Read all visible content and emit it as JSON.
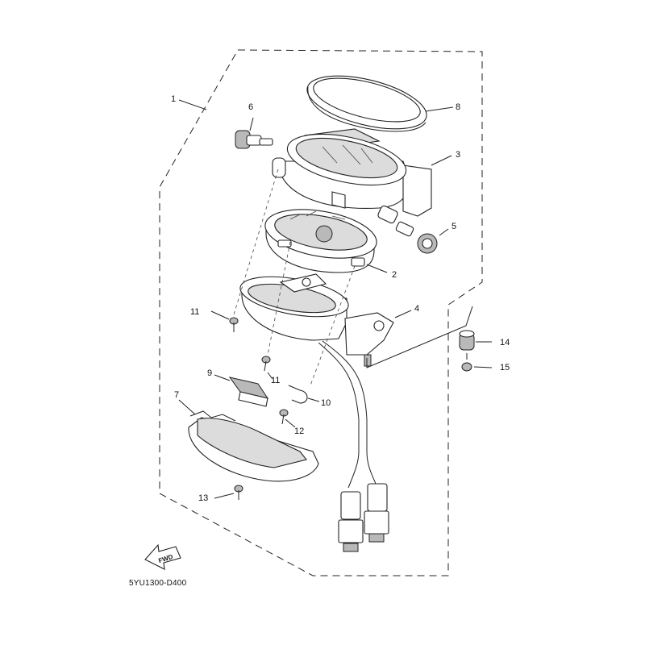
{
  "diagram_code": "5YU1300-D400",
  "fwd_label": "FWD",
  "callouts": [
    {
      "id": "1",
      "text": "1"
    },
    {
      "id": "2",
      "text": "2"
    },
    {
      "id": "3",
      "text": "3"
    },
    {
      "id": "4",
      "text": "4"
    },
    {
      "id": "5",
      "text": "5"
    },
    {
      "id": "6",
      "text": "6"
    },
    {
      "id": "7",
      "text": "7"
    },
    {
      "id": "8",
      "text": "8"
    },
    {
      "id": "9",
      "text": "9"
    },
    {
      "id": "10",
      "text": "10"
    },
    {
      "id": "11a",
      "text": "11"
    },
    {
      "id": "11b",
      "text": "11"
    },
    {
      "id": "12",
      "text": "12"
    },
    {
      "id": "13",
      "text": "13"
    },
    {
      "id": "14",
      "text": "14"
    },
    {
      "id": "15",
      "text": "15"
    }
  ]
}
